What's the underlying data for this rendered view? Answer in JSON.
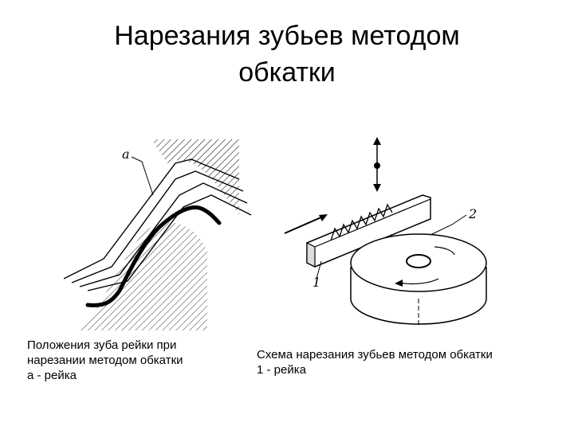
{
  "slide": {
    "title_line1": "Нарезания зубьев методом",
    "title_line2": "обкатки"
  },
  "figure_left": {
    "label_a": "a",
    "caption_line1": "Положения зуба рейки при",
    "caption_line2": "нарезании методом обкатки",
    "caption_line3": "а - рейка"
  },
  "figure_right": {
    "label_1": "1",
    "label_2": "2",
    "caption_line1": "Схема нарезания зубьев методом обкатки",
    "caption_line2": "1 - рейка"
  }
}
